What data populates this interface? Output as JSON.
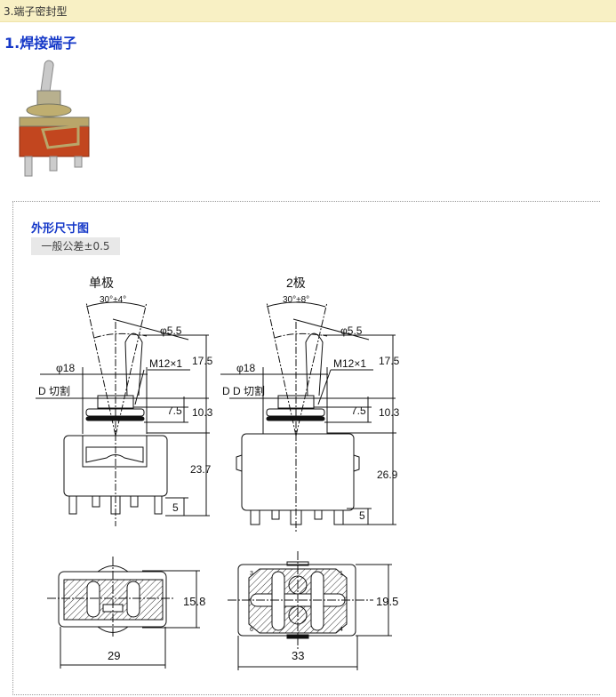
{
  "section_header": "3.端子密封型",
  "title": "1.焊接端子",
  "dimension_section": {
    "title": "外形尺寸图",
    "tolerance": "一般公差±0.5"
  },
  "single_pole": {
    "label": "单极",
    "angle": "30°±4°",
    "lever_dia": "φ5.5",
    "bushing_dia": "φ18",
    "thread": "M12×1",
    "d_cut": "D 切割",
    "d_label": "D",
    "dim_lever": "17.5",
    "dim_bushing": "10.3",
    "dim_thread": "7.5",
    "dim_body": "23.7",
    "dim_terminal": "5",
    "bottom_width": "29",
    "bottom_height": "15.8"
  },
  "double_pole": {
    "label": "2极",
    "angle": "30°±8°",
    "lever_dia": "φ5.5",
    "bushing_dia": "φ18",
    "thread": "M12×1",
    "d_cut": "D 切割",
    "dim_lever": "17.5",
    "dim_bushing": "10.3",
    "dim_thread": "7.5",
    "dim_body": "26.9",
    "dim_terminal": "5",
    "bottom_width": "33",
    "bottom_height": "19.5",
    "terminal_numbers": [
      "1",
      "3",
      "4",
      "6"
    ]
  },
  "colors": {
    "header_bg": "#f8f0c4",
    "title": "#1538c8",
    "body_red": "#c2461f"
  }
}
